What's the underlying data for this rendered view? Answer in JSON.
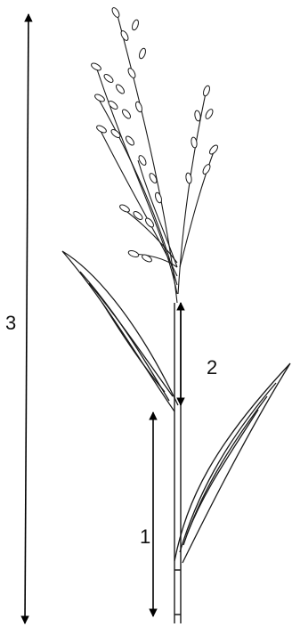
{
  "figure": {
    "labels": [
      {
        "id": "1",
        "text": "1"
      },
      {
        "id": "2",
        "text": "2"
      },
      {
        "id": "3",
        "text": "3"
      }
    ],
    "colors": {
      "ink": "#1a1a1a",
      "arrow": "#000000",
      "background": "#ffffff"
    }
  }
}
